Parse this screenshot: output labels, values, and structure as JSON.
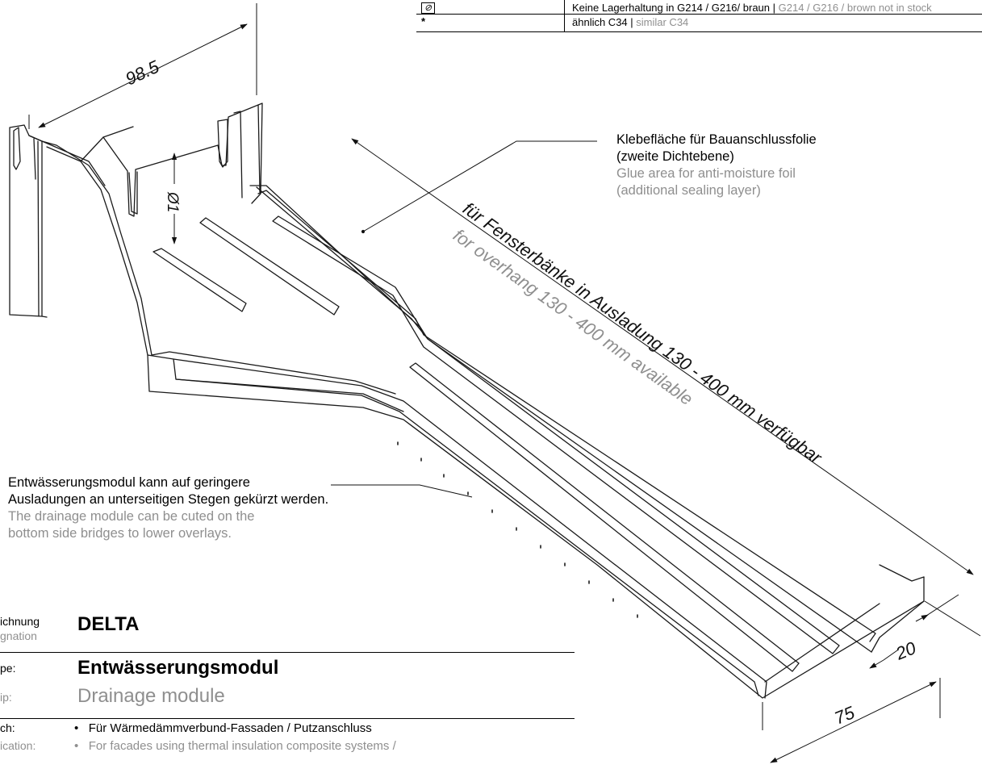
{
  "table": {
    "rows": [
      {
        "symbol_icon": "cross-out-icon",
        "de": "Keine Lagerhaltung in G214 / G216/ braun",
        "sep": " | ",
        "en": "G214 / G216 / brown not in stock"
      },
      {
        "symbol": "*",
        "de": "ähnlich C34",
        "sep": " | ",
        "en": "similar C34"
      }
    ]
  },
  "dimensions": {
    "width_top": "98.5",
    "slot_height": "Ø1",
    "height": "20",
    "width_bottom": "75",
    "length_de": "für Fensterbänke in Ausladung 130 - 400 mm verfügbar",
    "length_en": "for overhang 130 - 400 mm available"
  },
  "callout_glue": {
    "de_line1": "Klebefläche für Bauanschlussfolie",
    "de_line2": "(zweite Dichtebene)",
    "en_line1": "Glue area for anti-moisture foil",
    "en_line2": "(additional sealing layer)"
  },
  "callout_drain": {
    "de_line1": "Entwässerungsmodul kann auf geringere",
    "de_line2": "Ausladungen an unterseitigen Stegen gekürzt werden.",
    "en_line1": "The drainage module can be cuted on the",
    "en_line2": "bottom side bridges to lower overlays."
  },
  "info": {
    "designation_de": "ichnung",
    "designation_en": "gnation",
    "designation_value": "DELTA",
    "type_de_label": "pe:",
    "type_en_label": "ip:",
    "type_de": "Entwässerungsmodul",
    "type_en": "Drainage module",
    "use_de_label": "ch:",
    "use_en_label": "ication:",
    "use_de": "Für Wärmedämmverbund-Fassaden / Putzanschluss",
    "use_en": "For facades using thermal insulation composite systems /"
  },
  "colors": {
    "text": "#000000",
    "secondary": "#8f8f8f",
    "line": "#1a1a1a"
  }
}
